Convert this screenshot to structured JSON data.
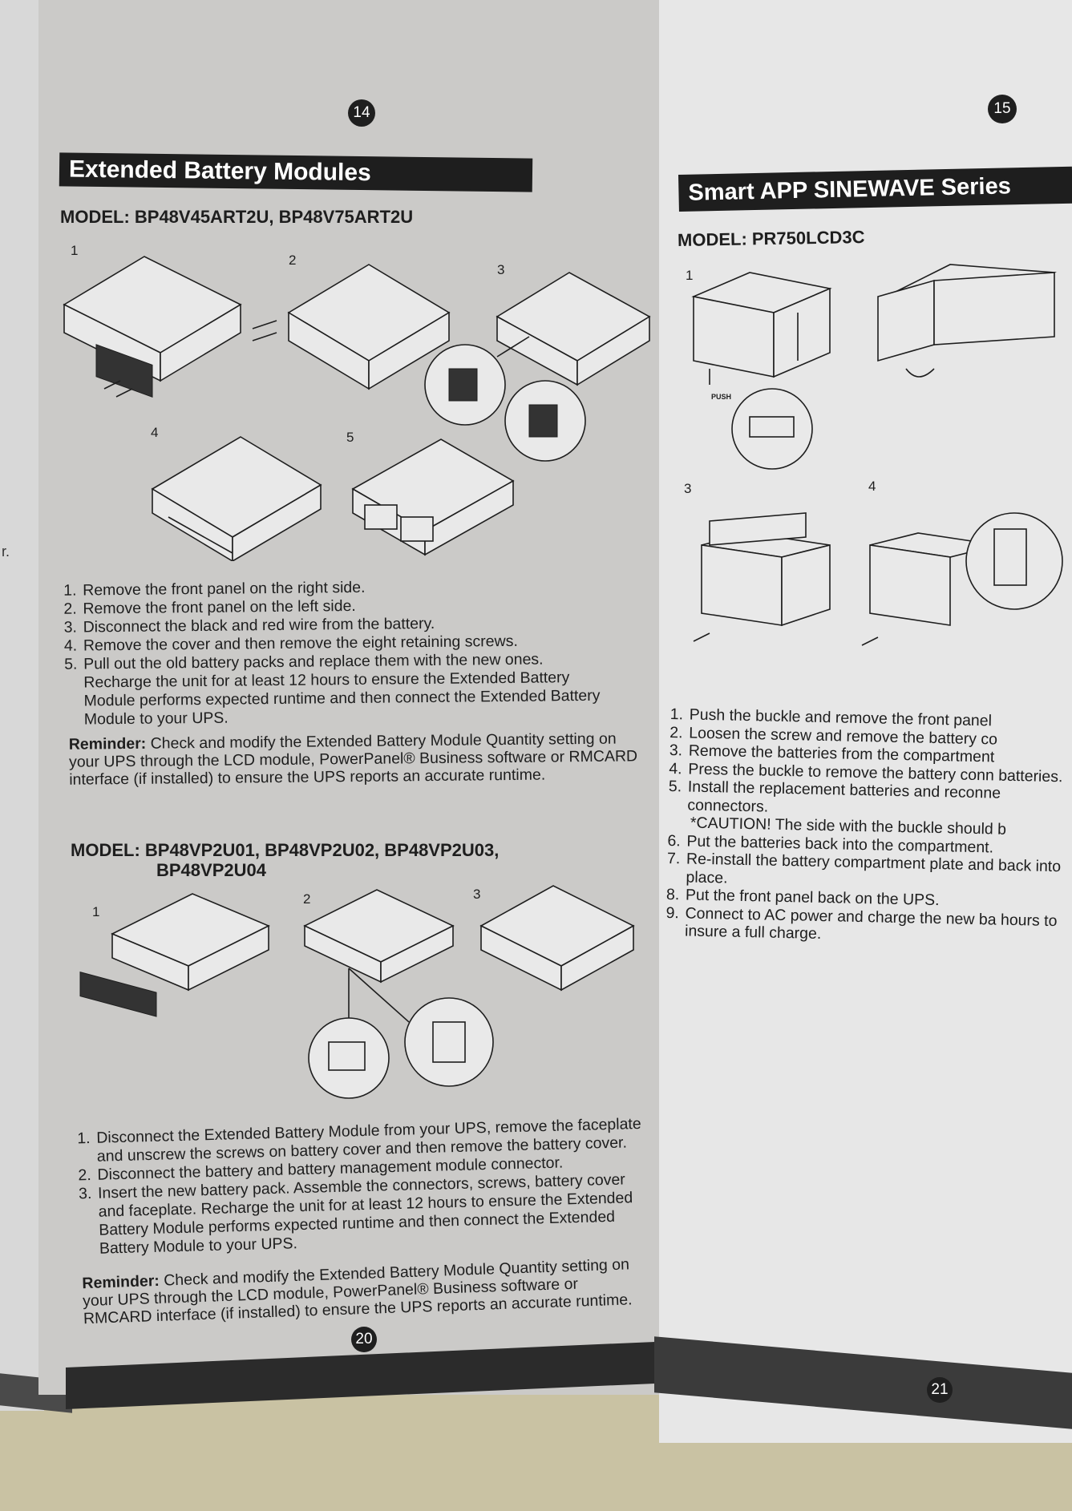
{
  "left_page": {
    "page_top": "14",
    "page_bottom": "20",
    "title": "Extended Battery Modules",
    "section1": {
      "model": "MODEL: BP48V45ART2U, BP48V75ART2U",
      "figure_labels": [
        "1",
        "2",
        "3",
        "4",
        "5"
      ],
      "steps": [
        {
          "num": "1.",
          "text": "Remove the front panel on the right side."
        },
        {
          "num": "2.",
          "text": "Remove the front panel on the left side."
        },
        {
          "num": "3.",
          "text": "Disconnect the black and red wire from the battery."
        },
        {
          "num": "4.",
          "text": "Remove the cover and then remove the eight retaining screws."
        },
        {
          "num": "5.",
          "text": "Pull out the old battery packs and replace them with the new ones. Recharge the unit for at least 12 hours to ensure the Extended Battery Module performs expected runtime and then connect the Extended Battery Module to your UPS."
        }
      ],
      "reminder_label": "Reminder:",
      "reminder_text": " Check and modify the Extended Battery Module Quantity setting on your UPS through the LCD module, PowerPanel® Business software or RMCARD interface (if installed) to ensure the UPS reports an accurate runtime."
    },
    "section2": {
      "model_line1": "MODEL: BP48VP2U01, BP48VP2U02, BP48VP2U03,",
      "model_line2": "BP48VP2U04",
      "figure_labels": [
        "1",
        "2",
        "3"
      ],
      "steps": [
        {
          "num": "1.",
          "text": "Disconnect the Extended Battery Module from your UPS, remove the faceplate and unscrew the screws on battery cover and then remove the battery cover."
        },
        {
          "num": "2.",
          "text": "Disconnect the battery and battery management module connector."
        },
        {
          "num": "3.",
          "text": "Insert the new battery pack. Assemble the connectors, screws, battery cover and faceplate. Recharge the unit for at least 12 hours to ensure the Extended Battery Module performs expected runtime and then connect the Extended Battery Module to your UPS."
        }
      ],
      "reminder_label": "Reminder:",
      "reminder_text": " Check and modify the Extended Battery Module Quantity setting on your UPS through the LCD module, PowerPanel® Business software or RMCARD interface (if installed) to ensure the UPS reports an accurate runtime."
    }
  },
  "right_page": {
    "page_top": "15",
    "page_bottom": "21",
    "title": "Smart APP SINEWAVE Series",
    "model": "MODEL: PR750LCD3C",
    "figure_labels": [
      "1",
      "3",
      "4"
    ],
    "push_label": "PUSH",
    "steps": [
      {
        "num": "1.",
        "text": "Push the buckle and remove the front panel"
      },
      {
        "num": "2.",
        "text": "Loosen the screw and remove the battery co"
      },
      {
        "num": "3.",
        "text": "Remove the batteries from the compartment"
      },
      {
        "num": "4.",
        "text": "Press the buckle to remove the battery conn batteries."
      },
      {
        "num": "5.",
        "text": "Install the replacement batteries and reconne connectors."
      },
      {
        "num": "",
        "text": "*CAUTION! The side with the buckle should b"
      },
      {
        "num": "6.",
        "text": "Put the batteries back into the compartment."
      },
      {
        "num": "7.",
        "text": "Re-install the battery compartment plate and back into place."
      },
      {
        "num": "8.",
        "text": "Put the front panel back on the UPS."
      },
      {
        "num": "9.",
        "text": "Connect to AC power and charge the new ba hours to insure a full charge."
      }
    ]
  },
  "edge_text": "r."
}
